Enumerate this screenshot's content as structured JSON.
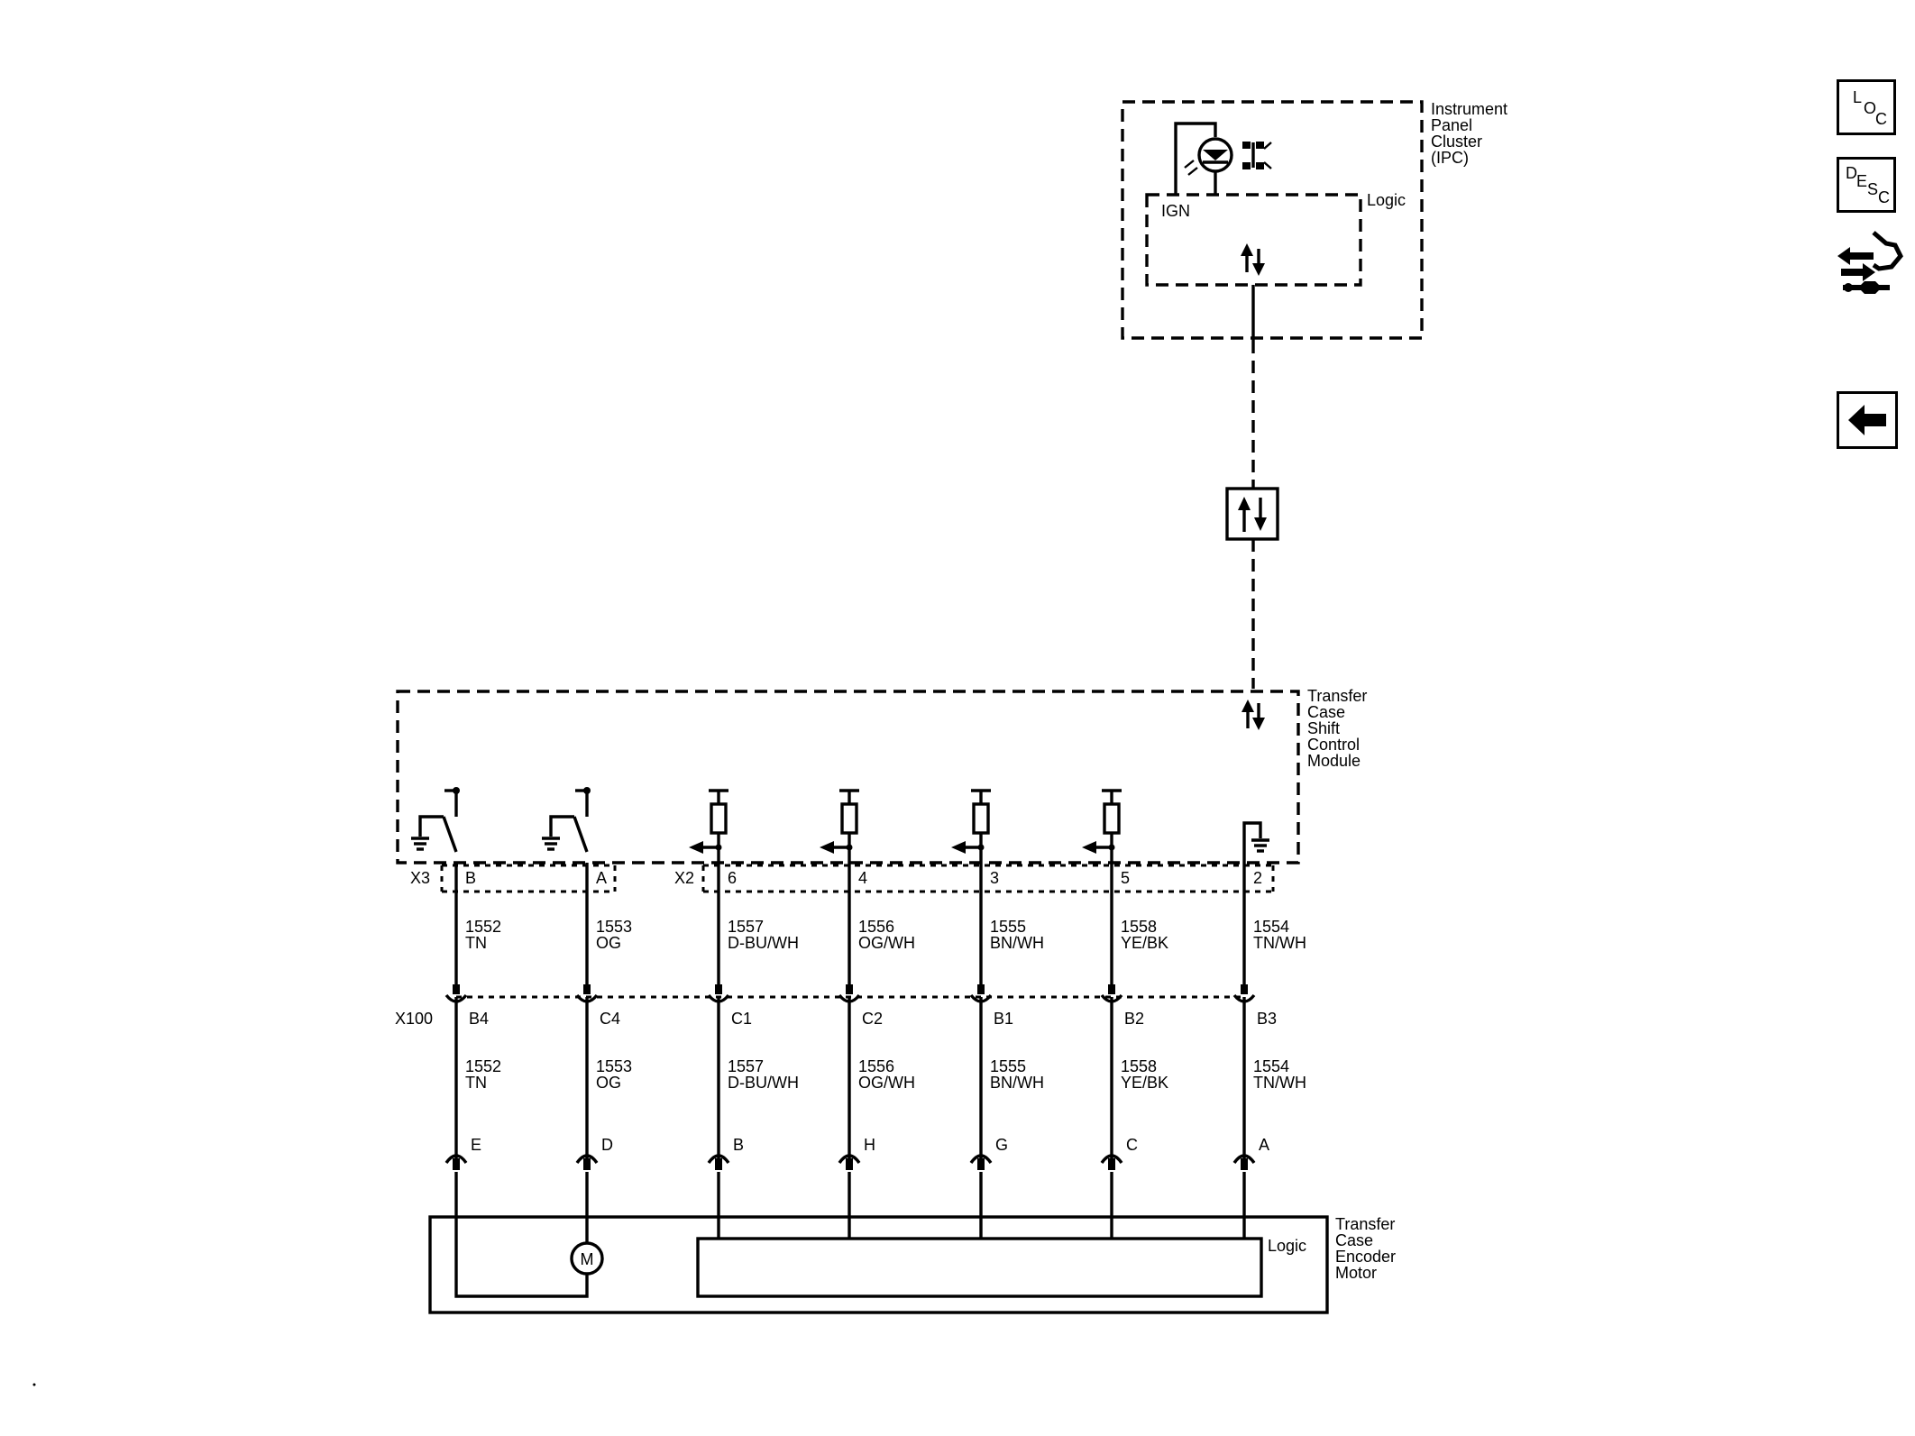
{
  "ipc": {
    "name_lines": [
      "Instrument",
      "Panel",
      "Cluster",
      "(IPC)"
    ],
    "logic_label": "Logic",
    "ign_label": "IGN"
  },
  "tcscm": {
    "name_lines": [
      "Transfer",
      "Case",
      "Shift",
      "Control",
      "Module"
    ]
  },
  "motor_module": {
    "name_lines": [
      "Transfer",
      "Case",
      "Encoder",
      "Motor"
    ],
    "logic_label": "Logic",
    "motor_symbol": "M"
  },
  "connectors": {
    "x3": "X3",
    "x2": "X2",
    "x100": "X100"
  },
  "circuits": [
    {
      "module_pin": "B",
      "circuit": "1552",
      "color": "TN",
      "inline_pin": "B4",
      "motor_pin": "E"
    },
    {
      "module_pin": "A",
      "circuit": "1553",
      "color": "OG",
      "inline_pin": "C4",
      "motor_pin": "D"
    },
    {
      "module_pin": "6",
      "circuit": "1557",
      "color": "D-BU/WH",
      "inline_pin": "C1",
      "motor_pin": "B"
    },
    {
      "module_pin": "4",
      "circuit": "1556",
      "color": "OG/WH",
      "inline_pin": "C2",
      "motor_pin": "H"
    },
    {
      "module_pin": "3",
      "circuit": "1555",
      "color": "BN/WH",
      "inline_pin": "B1",
      "motor_pin": "G"
    },
    {
      "module_pin": "5",
      "circuit": "1558",
      "color": "YE/BK",
      "inline_pin": "B2",
      "motor_pin": "C"
    },
    {
      "module_pin": "2",
      "circuit": "1554",
      "color": "TN/WH",
      "inline_pin": "B3",
      "motor_pin": "A"
    }
  ],
  "nav": {
    "loc": [
      "L",
      "O",
      "C"
    ],
    "desc": [
      "D",
      "E",
      "S",
      "C"
    ],
    "icons": [
      "loc-button-icon",
      "desc-button-icon",
      "connector-hand-icon",
      "back-arrow-icon"
    ]
  }
}
